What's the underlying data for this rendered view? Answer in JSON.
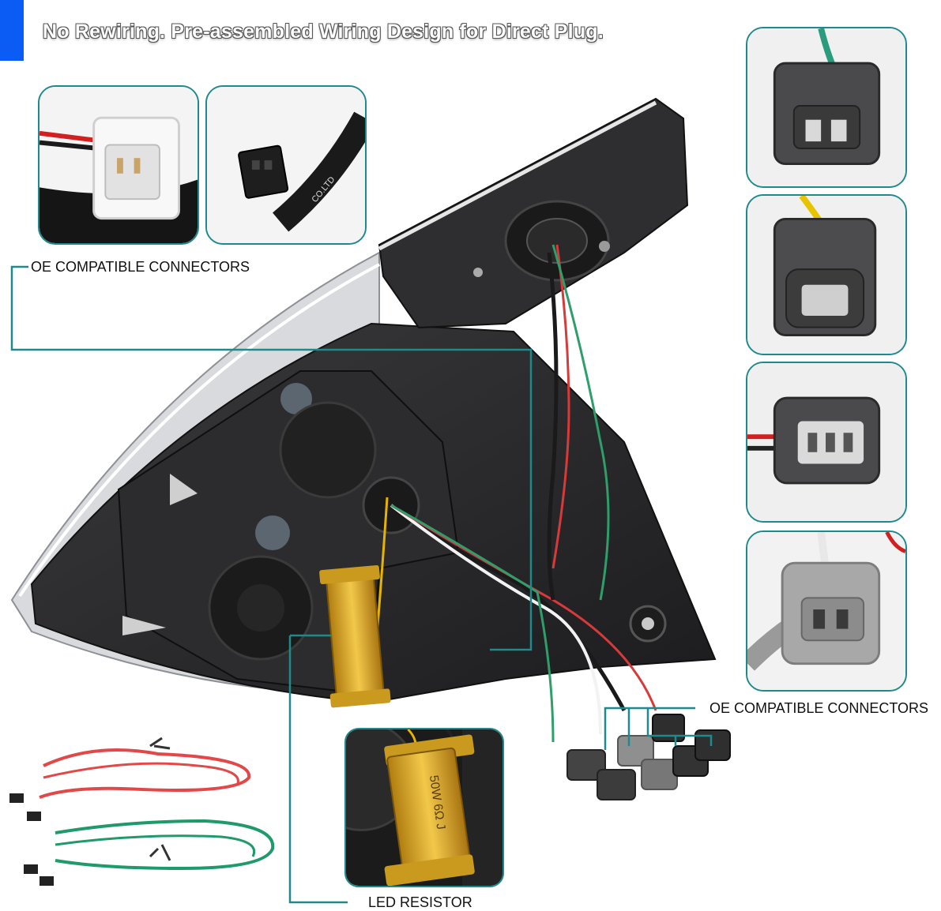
{
  "headline": "No Rewiring. Pre-assembled Wiring Design for Direct Plug.",
  "labels": {
    "oe_connectors_left": "OE COMPATIBLE CONNECTORS",
    "oe_connectors_right": "OE COMPATIBLE CONNECTORS",
    "led_resistor": "LED RESISTOR"
  },
  "resistor_marking": "50W 6Ω J",
  "connector_markings": [
    "CO.LTD"
  ],
  "colors": {
    "accent": "#0a5cf5",
    "frame": "#1f8a8c",
    "leader": "#1f8a8c",
    "resistor": "#d9a520"
  }
}
